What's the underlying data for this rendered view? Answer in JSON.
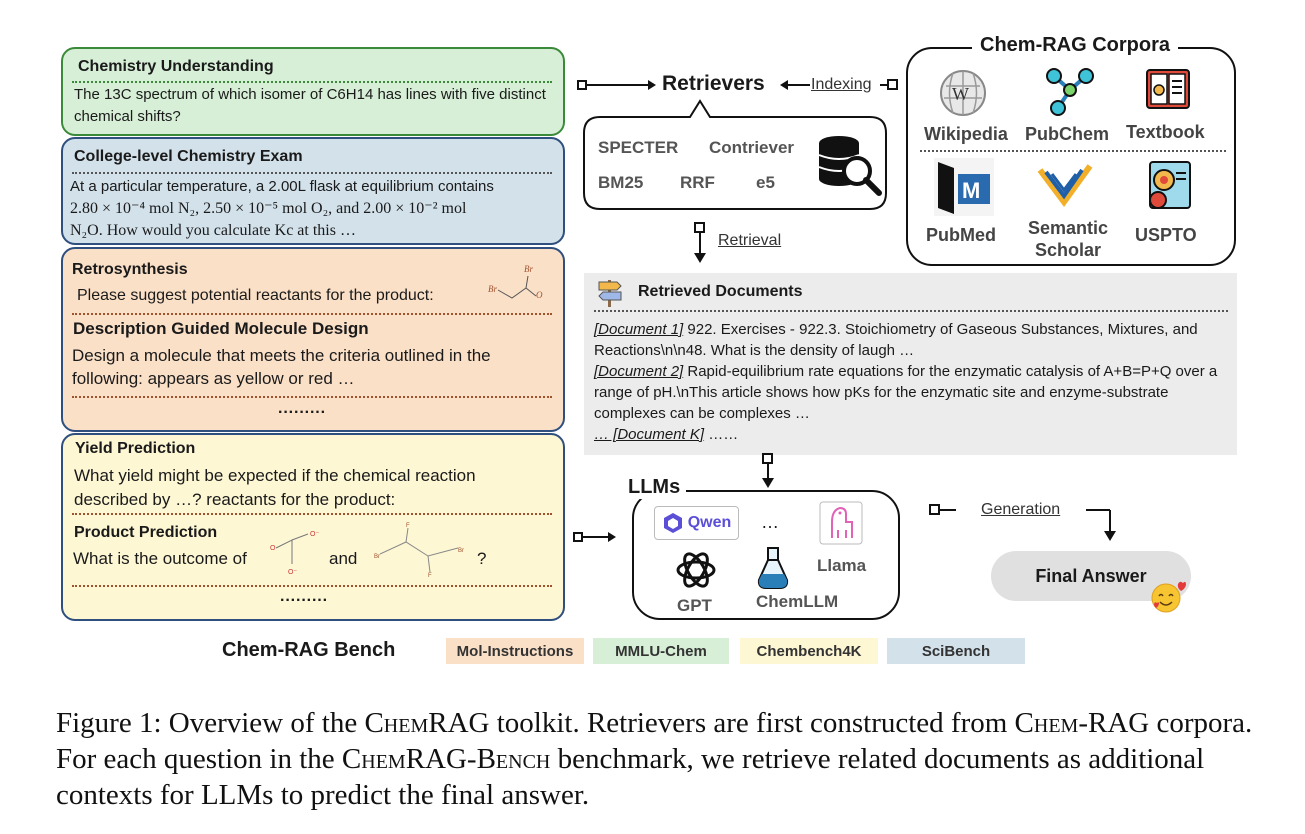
{
  "left_panels": {
    "chem_understanding": {
      "title": "Chemistry Understanding",
      "text": "The 13C spectrum of which isomer of C6H14 has lines with five distinct chemical shifts?"
    },
    "college_exam": {
      "title": "College-level Chemistry Exam",
      "line1": "At a particular temperature, a 2.00L flask at equilibrium contains",
      "line2": "2.80 × 10⁻⁴ mol N₂,  2.50 × 10⁻⁵ mol O₂, and 2.00 × 10⁻² mol",
      "line3": "N₂O. How would you calculate Kc at this …"
    },
    "mol_instructions": {
      "retro_title": "Retrosynthesis",
      "retro_text": "Please suggest potential reactants for the product:",
      "design_title": "Description Guided Molecule Design",
      "design_text": "Design a molecule that meets the criteria outlined in the following: appears as yellow or red …",
      "ellipsis": "·········"
    },
    "chembench": {
      "yield_title": "Yield Prediction",
      "yield_text": "What yield might be expected if the chemical reaction described by …? reactants for the product:",
      "product_title": "Product Prediction",
      "product_text_a": "What is the outcome of",
      "product_text_b": "and",
      "product_text_c": "?",
      "ellipsis": "·········"
    }
  },
  "retrievers": {
    "title": "Retrievers",
    "indexing": "Indexing",
    "retrieval": "Retrieval",
    "items": [
      "SPECTER",
      "Contriever",
      "BM25",
      "RRF",
      "e5"
    ]
  },
  "corpora": {
    "title": "Chem-RAG Corpora",
    "sources": [
      "Wikipedia",
      "PubChem",
      "Textbook",
      "PubMed",
      "Semantic Scholar",
      "USPTO"
    ]
  },
  "retrieved": {
    "title": "Retrieved Documents",
    "doc1_label": "[Document 1]",
    "doc1_text": " 922. Exercises - 922.3. Stoichiometry of Gaseous Substances, Mixtures, and Reactions\\n\\n48. What is the density of laugh …",
    "doc2_label": "[Document 2]",
    "doc2_text": " Rapid-equilibrium rate equations for the enzymatic catalysis of A+B=P+Q over a range of pH.\\nThis article shows how pKs for the enzymatic site and enzyme-substrate complexes can be complexes …",
    "docK_label": "… [Document K]",
    "docK_tail": " ……"
  },
  "llms": {
    "title": "LLMs",
    "models": [
      "Qwen",
      "…",
      "Llama",
      "GPT",
      "ChemLLM"
    ],
    "generation": "Generation",
    "final_answer": "Final Answer"
  },
  "legend": {
    "bench_title": "Chem-RAG Bench",
    "items": [
      {
        "label": "Mol-Instructions",
        "color": "#fbe0c8"
      },
      {
        "label": "MMLU-Chem",
        "color": "#d6efd6"
      },
      {
        "label": "Chembench4K",
        "color": "#fdf7d4"
      },
      {
        "label": "SciBench",
        "color": "#d2e1ea"
      }
    ]
  },
  "caption": {
    "a": "Figure 1: Overview of the ",
    "b": "ChemRAG",
    "c": " toolkit. Retrievers are first constructed from ",
    "d": "Chem-",
    "e": "RAG",
    "f": " corpora. For each question in the ",
    "g": "ChemRAG-Bench",
    "h": " benchmark, we retrieve related documents as additional contexts for LLMs to predict the final answer."
  },
  "colors": {
    "green": "#d6efd6",
    "blue": "#d2e1ea",
    "orange": "#fbe0c8",
    "yellow": "#fdf7d4",
    "border": "#2f4f7f",
    "retrieved_bg": "#ececec"
  }
}
